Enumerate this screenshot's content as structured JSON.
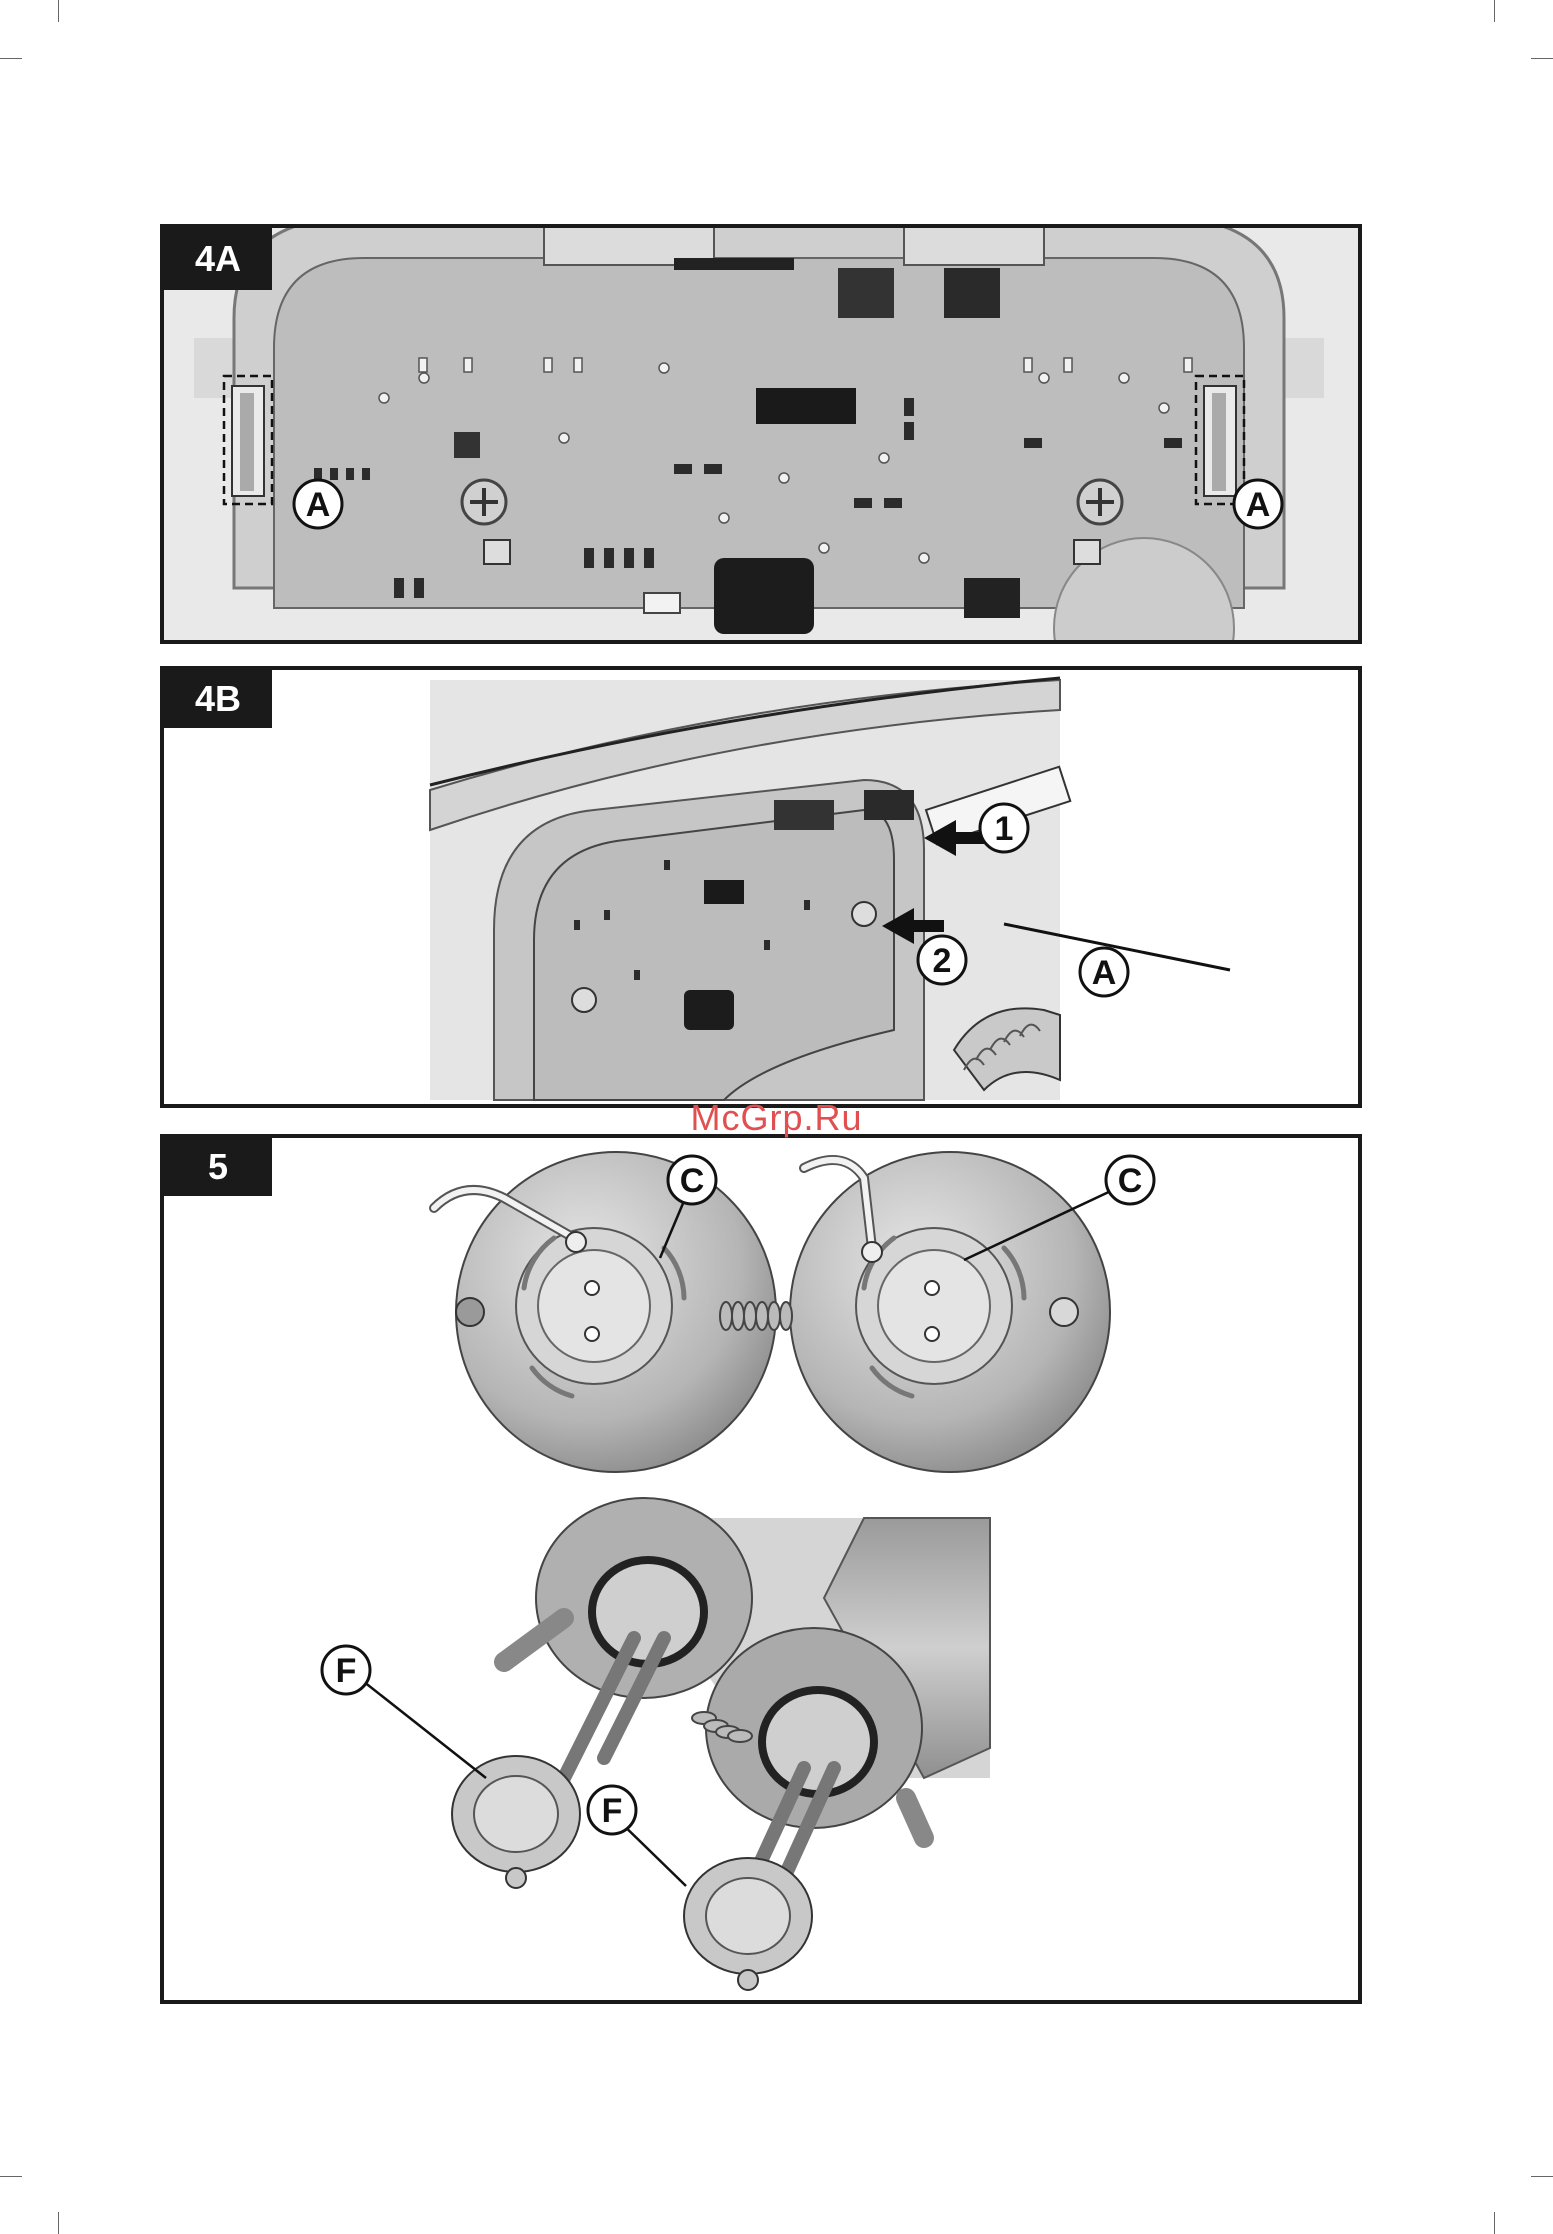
{
  "panels": [
    {
      "tag": "4A",
      "callouts": [
        "A",
        "A"
      ]
    },
    {
      "tag": "4B",
      "callouts": [
        "1",
        "2",
        "A"
      ]
    },
    {
      "tag": "5",
      "callouts": [
        "C",
        "C",
        "F",
        "F"
      ]
    }
  ],
  "watermark": "McGrp.Ru",
  "colors": {
    "frame": "#1a1a1a",
    "part_gray": "#b9b9b9",
    "watermark": "#e05050"
  }
}
